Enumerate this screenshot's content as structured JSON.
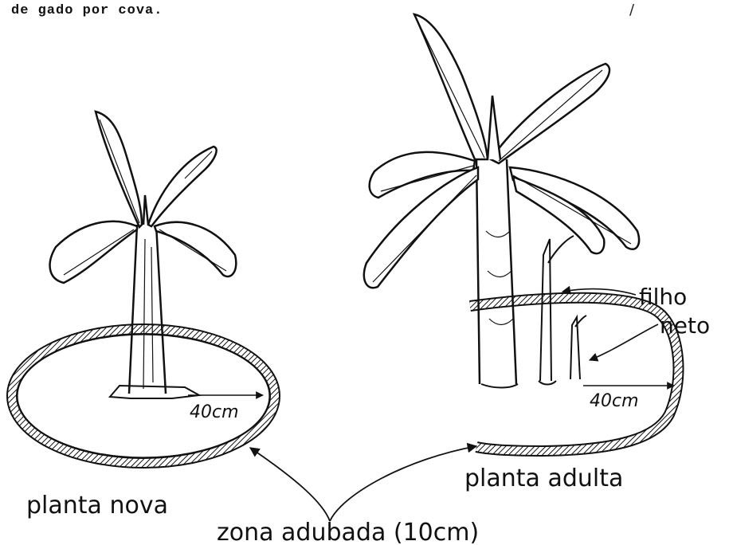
{
  "header": {
    "intro_text": "de gado por cova.",
    "stray_mark": "/"
  },
  "diagram": {
    "left_plant": {
      "caption": "planta nova",
      "radius_label": "40cm"
    },
    "right_plant": {
      "caption": "planta adulta",
      "radius_label": "40cm",
      "shoot_labels": {
        "child": "filho",
        "grandchild": "neto"
      }
    },
    "zone_caption": "zona adubada (10cm)"
  },
  "colors": {
    "ink": "#111111",
    "paper": "#ffffff"
  }
}
